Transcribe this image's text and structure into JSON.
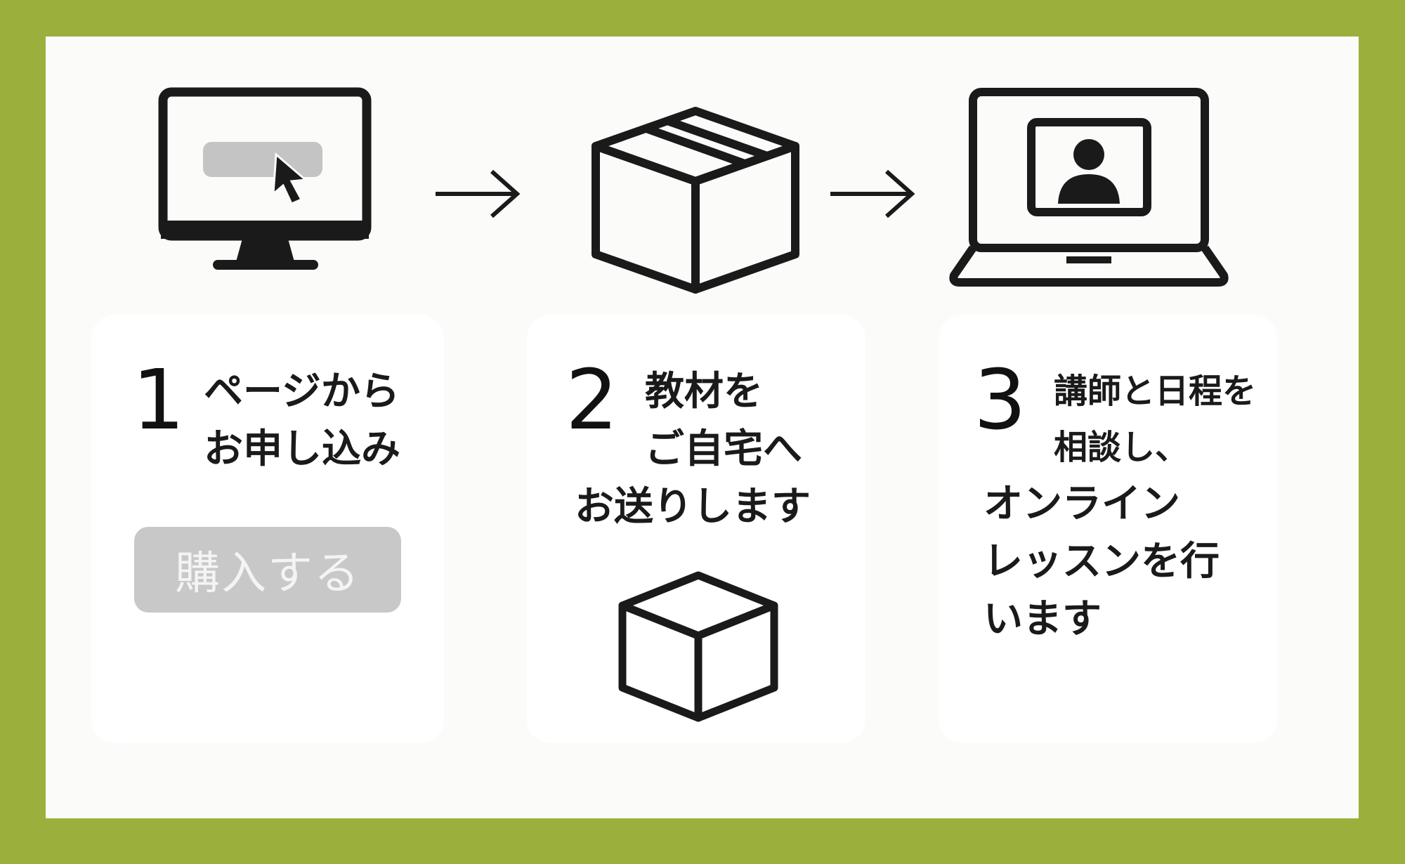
{
  "colors": {
    "frame": "#9bb03c",
    "panel": "#fbfbfa",
    "ink": "#1a1a1a",
    "button": "#c8c8c8"
  },
  "icons": [
    "desktop-monitor-icon",
    "arrow-right-icon",
    "cardboard-box-icon",
    "arrow-right-icon",
    "laptop-video-call-icon",
    "box-icon"
  ],
  "steps": [
    {
      "number": "1",
      "lines": [
        "ページから",
        "お申し込み"
      ],
      "button": "購入する"
    },
    {
      "number": "2",
      "lines": [
        "教材を",
        "ご自宅へ",
        "お送りします"
      ]
    },
    {
      "number": "3",
      "lines": [
        "講師と日程を",
        "相談し、",
        "オンライン",
        "レッスンを行",
        "います"
      ]
    }
  ]
}
